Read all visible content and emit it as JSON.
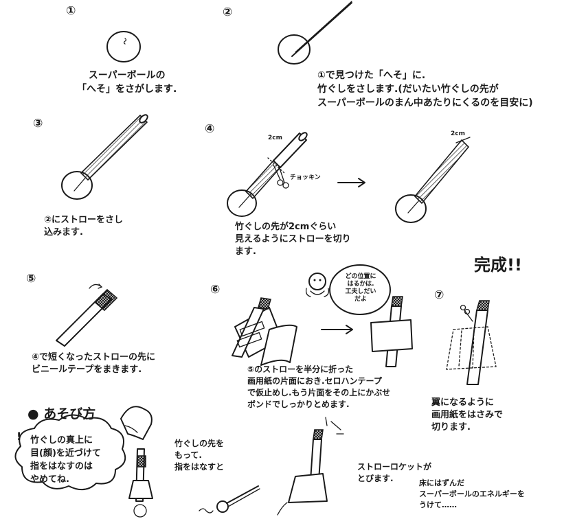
{
  "steps": {
    "s1": {
      "num": "①",
      "caption": "スーパーボールの\n「へそ」をさがします."
    },
    "s2": {
      "num": "②",
      "caption": "①で見つけた「へそ」に.\n竹ぐしをさします.(だいたい竹ぐしの先が\nスーパーボールのまん中あたりにくるのを目安に)"
    },
    "s3": {
      "num": "③",
      "caption": "②にストローをさし\n込みます."
    },
    "s4": {
      "num": "④",
      "caption": "竹ぐしの先が2cmぐらい\n見えるようにストローを切り\nます.",
      "label_2cm": "2cm",
      "label_cut": "チョッキン",
      "label_2cm_b": "2cm"
    },
    "s5": {
      "num": "⑤",
      "caption": "④で短くなったストローの先に\nビニールテープをまきます."
    },
    "s6": {
      "num": "⑥",
      "caption": "⑤のストローを半分に折った\n画用紙の片面におき.セロハンテープ\nで仮止めし.もう片面をその上にかぶせ\nボンドでしっかりとめます.",
      "bubble": "どの位置に\nはるかは.\n工夫しだい\nだよ"
    },
    "s7": {
      "num": "⑦",
      "caption": "翼になるように\n画用紙をはさみで\n切ります."
    },
    "done": "完成!!"
  },
  "play": {
    "title": "あそび方",
    "warning": "竹ぐしの真上に\n目(顔)を近づけて\n指をはなすのは\nやめてね.",
    "c1": "竹ぐしの先を\nもって.\n指をはなすと",
    "c2": "ストローロケットが\nとびます.",
    "c3": "床にはずんだ\nスーパーボールのエネルギーを\nうけて……"
  }
}
